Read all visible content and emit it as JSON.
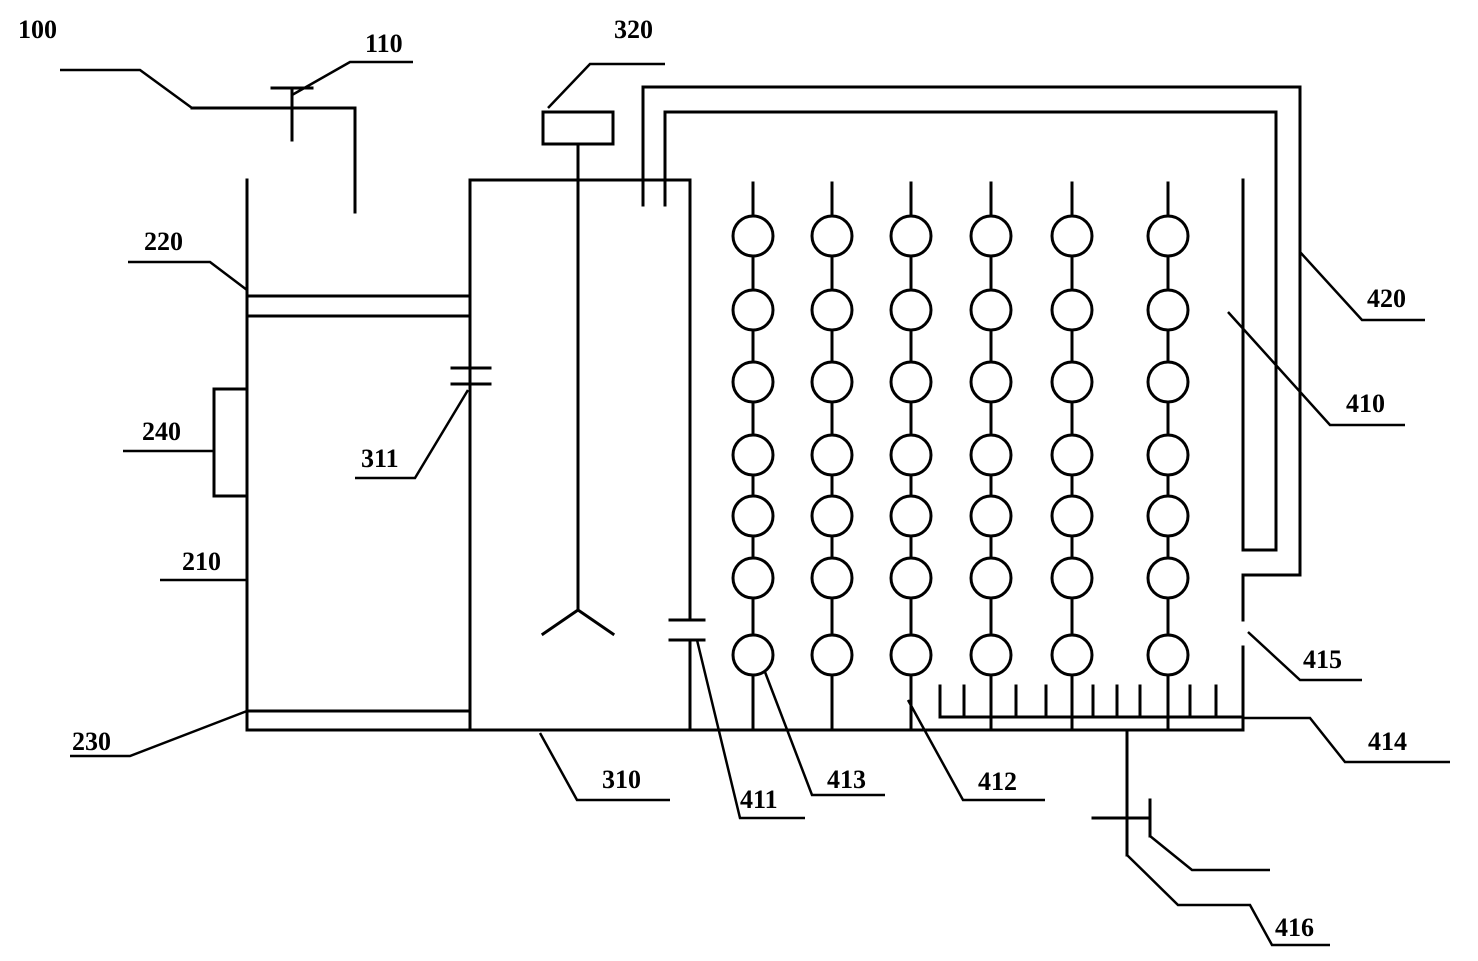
{
  "labels": {
    "l100": "100",
    "l110": "110",
    "l210": "210",
    "l220": "220",
    "l230": "230",
    "l240": "240",
    "l310": "310",
    "l311": "311",
    "l320": "320",
    "l410": "410",
    "l411": "411",
    "l412": "412",
    "l413": "413",
    "l414": "414",
    "l415": "415",
    "l416": "416",
    "l420": "420"
  }
}
